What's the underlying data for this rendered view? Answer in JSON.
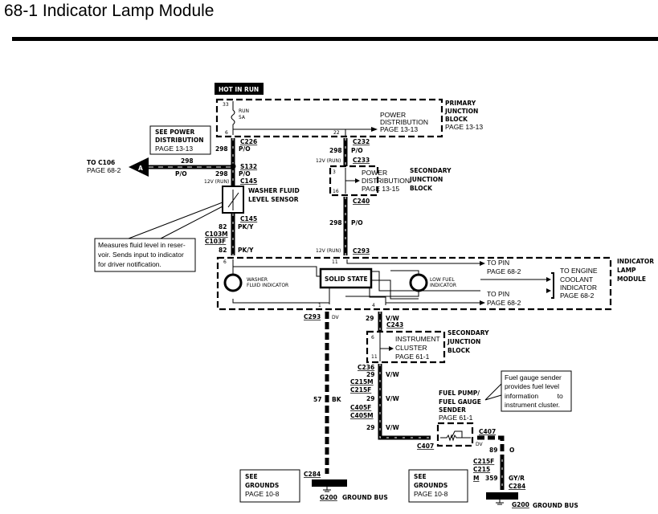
{
  "page_title": "68-1 Indicator Lamp Module",
  "hot_in_run": "HOT IN RUN",
  "primary_jb": {
    "label": [
      "PRIMARY",
      "JUNCTION",
      "BLOCK",
      "PAGE  13-13"
    ],
    "pin_in": "33",
    "pin_fuse_out": "6",
    "pin_right": "22",
    "fuse": [
      "RUN",
      "5A"
    ],
    "dest": [
      "POWER",
      "DISTRIBUTION",
      "PAGE  13-13"
    ]
  },
  "see_power": [
    "SEE  POWER",
    "DISTRIBUTION",
    "PAGE  13-13"
  ],
  "to_c106": [
    "TO C106",
    "PAGE  68-2"
  ],
  "arrow_a": "A",
  "left_branch": {
    "c226": "C226",
    "c1": "298",
    "c1_color": "P/O",
    "s132": "S132",
    "a_circuit": "298",
    "a_color": "P/O",
    "c2": "298",
    "c2_color": "P/O",
    "v12": "12V (RUN)",
    "c145a": "C145",
    "sensor": [
      "WASHER FLUID",
      "LEVEL  SENSOR"
    ],
    "c145b": "C145",
    "c3": "82",
    "c3_color": "PK/Y",
    "c103m": "C103M",
    "c103f": "C103F",
    "c4": "82",
    "c4_color": "PK/Y"
  },
  "washer_note": [
    "Measures fluid level in reser-",
    "voir. Sends input to indicator",
    "for driver notification."
  ],
  "right_branch": {
    "c232": "C232",
    "c1": "298",
    "c1_color": "P/O",
    "v12a": "12V (RUN)",
    "c233": "C233",
    "pin3": "3",
    "pin16": "16",
    "dest": [
      "POWER",
      "DISTRIBUTION",
      "PAGE  13-15"
    ],
    "sec_jb": [
      "SECONDARY",
      "JUNCTION",
      "BLOCK"
    ],
    "c240": "C240",
    "c2": "298",
    "c2_color": "P/O",
    "v12b": "12V (RUN)",
    "c293": "C293"
  },
  "ilm": {
    "label": [
      "INDICATOR",
      "LAMP",
      "MODULE"
    ],
    "pin6": "6",
    "pin11": "11",
    "pin1": "1",
    "pin4": "4",
    "solid_state": "SOLID STATE",
    "washer_ind": [
      "WASHER",
      "FLUID INDICATOR"
    ],
    "low_fuel": [
      "LOW FUEL",
      "INDICATOR"
    ],
    "to_pin_top": [
      "TO PIN",
      "PAGE  68-2"
    ],
    "to_pin_bottom": [
      "TO PIN",
      "PAGE  68-2"
    ],
    "coolant": [
      "TO ENGINE",
      "COOLANT",
      "INDICATOR",
      "PAGE  68-2"
    ]
  },
  "ground_left": {
    "c293": "C293",
    "dv": "DV",
    "circuit": "57",
    "color": "BK",
    "c284": "C284",
    "g200": "G200",
    "bus": "GROUND  BUS",
    "see": [
      "SEE",
      "GROUNDS",
      "PAGE  10-8"
    ]
  },
  "fuel_path": {
    "c29a": "29",
    "c29a_color": "V/W",
    "c243": "C243",
    "pin6": "6",
    "pin11": "11",
    "ic": [
      "INSTRUMENT",
      "CLUSTER",
      "PAGE  61-1"
    ],
    "sec_jb": [
      "SECONDARY",
      "JUNCTION",
      "BLOCK"
    ],
    "c236": "C236",
    "c29b": "29",
    "c29b_color": "V/W",
    "c215m": "C215M",
    "c215f": "C215F",
    "c29c": "29",
    "c29c_color": "V/W",
    "c405f": "C405F",
    "c405m": "C405M",
    "c29d": "29",
    "c29d_color": "V/W",
    "c407l": "C407",
    "sender": [
      "FUEL PUMP/",
      "FUEL GAUGE",
      "SENDER",
      "PAGE  61-1"
    ],
    "c407r": "C407",
    "dv": "DV",
    "c89": "89",
    "c89_color": "O",
    "c215f2": "C215F",
    "c215": "C215",
    "m": "M",
    "c359": "359",
    "c359_color": "GY/R",
    "c284": "C284",
    "g200": "G200",
    "bus": "GROUND  BUS",
    "see": [
      "SEE",
      "GROUNDS",
      "PAGE  10-8"
    ]
  },
  "fuel_note": [
    "Fuel gauge sender",
    "provides  fuel level",
    "information          to",
    "instrument cluster."
  ]
}
